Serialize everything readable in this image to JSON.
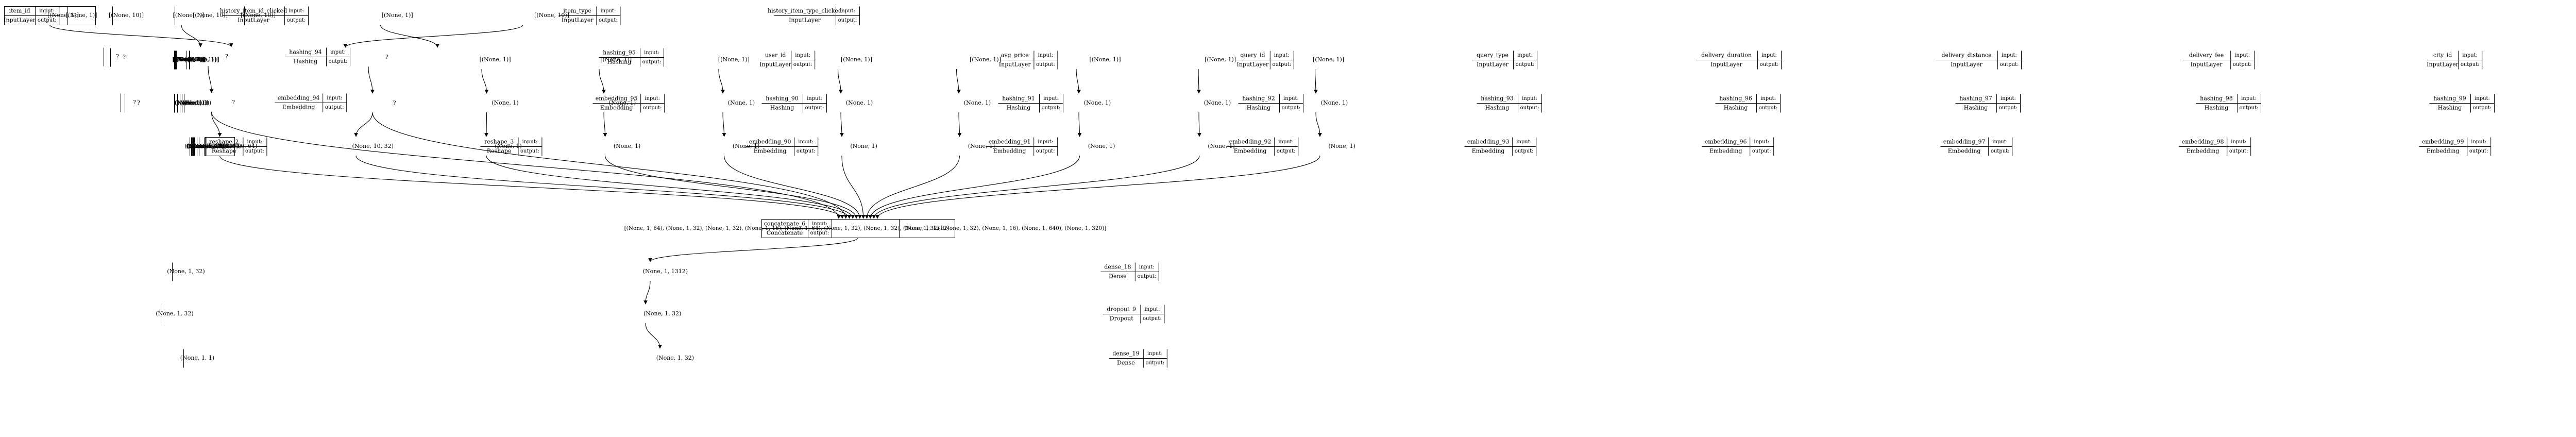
{
  "nodes": [
    {
      "id": "item_id",
      "name": "item_id",
      "type": "InputLayer",
      "input": "[(None, 1)]",
      "output": "[(None, 1)]"
    },
    {
      "id": "history_item_id_clicked",
      "name": "history_item_id_clicked",
      "type": "InputLayer",
      "input": "[(None, 10)]",
      "output": "[(None, 10)]"
    },
    {
      "id": "hashing_94",
      "name": "hashing_94",
      "type": "Hashing",
      "input": "?",
      "output": "?"
    },
    {
      "id": "embedding_94",
      "name": "embedding_94",
      "type": "Embedding",
      "input": "?",
      "output": "?"
    },
    {
      "id": "reshape_2",
      "name": "reshape_2",
      "type": "Reshape",
      "input": "(None, 10, 64)",
      "output": "(None, 1, 640)"
    },
    {
      "id": "item_type",
      "name": "item_type",
      "type": "InputLayer",
      "input": "[(None, 1)]",
      "output": "[(None, 1)]"
    },
    {
      "id": "history_item_type_clicked",
      "name": "history_item_type_clicked",
      "type": "InputLayer",
      "input": "[(None, 10)]",
      "output": "[(None, 10)]"
    },
    {
      "id": "hashing_95",
      "name": "hashing_95",
      "type": "Hashing",
      "input": "?",
      "output": "?"
    },
    {
      "id": "embedding_95",
      "name": "embedding_95",
      "type": "Embedding",
      "input": "?",
      "output": "?"
    },
    {
      "id": "reshape_3",
      "name": "reshape_3",
      "type": "Reshape",
      "input": "(None, 10, 32)",
      "output": "(None, 1, 320)"
    },
    {
      "id": "user_id",
      "name": "user_id",
      "type": "InputLayer",
      "input": "[(None, 1)]",
      "output": "[(None, 1)]"
    },
    {
      "id": "hashing_90",
      "name": "hashing_90",
      "type": "Hashing",
      "input": "(None, 1)",
      "output": "(None, 1)"
    },
    {
      "id": "embedding_90",
      "name": "embedding_90",
      "type": "Embedding",
      "input": "(None, 1)",
      "output": "(None, 1, 64)"
    },
    {
      "id": "avg_price",
      "name": "avg_price",
      "type": "InputLayer",
      "input": "[(None, 1)]",
      "output": "[(None, 1)]"
    },
    {
      "id": "hashing_91",
      "name": "hashing_91",
      "type": "Hashing",
      "input": "(None, 1)",
      "output": "(None, 1)"
    },
    {
      "id": "embedding_91",
      "name": "embedding_91",
      "type": "Embedding",
      "input": "(None, 1)",
      "output": "(None, 1, 32)"
    },
    {
      "id": "query_id",
      "name": "query_id",
      "type": "InputLayer",
      "input": "[(None, 1)]",
      "output": "[(None, 1)]"
    },
    {
      "id": "hashing_92",
      "name": "hashing_92",
      "type": "Hashing",
      "input": "(None, 1)",
      "output": "(None, 1)"
    },
    {
      "id": "embedding_92",
      "name": "embedding_92",
      "type": "Embedding",
      "input": "(None, 1)",
      "output": "(None, 1, 32)"
    },
    {
      "id": "query_type",
      "name": "query_type",
      "type": "InputLayer",
      "input": "[(None, 1)]",
      "output": "[(None, 1)]"
    },
    {
      "id": "hashing_93",
      "name": "hashing_93",
      "type": "Hashing",
      "input": "(None, 1)",
      "output": "(None, 1)"
    },
    {
      "id": "embedding_93",
      "name": "embedding_93",
      "type": "Embedding",
      "input": "(None, 1)",
      "output": "(None, 1, 16)"
    },
    {
      "id": "delivery_duration",
      "name": "delivery_duration",
      "type": "InputLayer",
      "input": "[(None, 1)]",
      "output": "[(None, 1)]"
    },
    {
      "id": "hashing_96",
      "name": "hashing_96",
      "type": "Hashing",
      "input": "(None, 1)",
      "output": "(None, 1)"
    },
    {
      "id": "embedding_96",
      "name": "embedding_96",
      "type": "Embedding",
      "input": "(None, 1)",
      "output": "(None, 1, 32)"
    },
    {
      "id": "delivery_distance",
      "name": "delivery_distance",
      "type": "InputLayer",
      "input": "[(None, 1)]",
      "output": "[(None, 1)]"
    },
    {
      "id": "hashing_97",
      "name": "hashing_97",
      "type": "Hashing",
      "input": "(None, 1)",
      "output": "(None, 1)"
    },
    {
      "id": "embedding_97",
      "name": "embedding_97",
      "type": "Embedding",
      "input": "(None, 1)",
      "output": "(None, 1, 32)"
    },
    {
      "id": "delivery_fee",
      "name": "delivery_fee",
      "type": "InputLayer",
      "input": "[(None, 1)]",
      "output": "[(None, 1)]"
    },
    {
      "id": "hashing_98",
      "name": "hashing_98",
      "type": "Hashing",
      "input": "(None, 1)",
      "output": "(None, 1)"
    },
    {
      "id": "embedding_98",
      "name": "embedding_98",
      "type": "Embedding",
      "input": "(None, 1)",
      "output": "(None, 1, 32)"
    },
    {
      "id": "city_id",
      "name": "city_id",
      "type": "InputLayer",
      "input": "[(None, 1)]",
      "output": "[(None, 1)]"
    },
    {
      "id": "hashing_99",
      "name": "hashing_99",
      "type": "Hashing",
      "input": "(None, 1)",
      "output": "(None, 1)"
    },
    {
      "id": "embedding_99",
      "name": "embedding_99",
      "type": "Embedding",
      "input": "(None, 1)",
      "output": "(None, 1, 16)"
    },
    {
      "id": "concatenate_6",
      "name": "concatenate_6",
      "type": "Concatenate",
      "input": "[(None, 1, 64), (None, 1, 32), (None, 1, 32), (None, 1, 16), (None, 1, 64), (None, 1, 32), (None, 1, 32), (None, 1, 32), (None, 1, 32), (None, 1, 16), (None, 1, 640), (None, 1, 320)]",
      "output": "(None, 1, 1312)"
    },
    {
      "id": "dense_18",
      "name": "dense_18",
      "type": "Dense",
      "input": "(None, 1, 1312)",
      "output": "(None, 1, 32)"
    },
    {
      "id": "dropout_9",
      "name": "dropout_9",
      "type": "Dropout",
      "input": "(None, 1, 32)",
      "output": "(None, 1, 32)"
    },
    {
      "id": "dense_19",
      "name": "dense_19",
      "type": "Dense",
      "input": "(None, 1, 32)",
      "output": "(None, 1, 1)"
    }
  ],
  "edges": [
    [
      "item_id",
      "hashing_94"
    ],
    [
      "history_item_id_clicked",
      "hashing_94"
    ],
    [
      "hashing_94",
      "embedding_94"
    ],
    [
      "embedding_94",
      "reshape_2"
    ],
    [
      "embedding_94",
      "concatenate_6"
    ],
    [
      "reshape_2",
      "concatenate_6"
    ],
    [
      "item_type",
      "hashing_95"
    ],
    [
      "history_item_type_clicked",
      "hashing_95"
    ],
    [
      "hashing_95",
      "embedding_95"
    ],
    [
      "embedding_95",
      "reshape_3"
    ],
    [
      "embedding_95",
      "concatenate_6"
    ],
    [
      "reshape_3",
      "concatenate_6"
    ],
    [
      "user_id",
      "hashing_90"
    ],
    [
      "hashing_90",
      "embedding_90"
    ],
    [
      "embedding_90",
      "concatenate_6"
    ],
    [
      "avg_price",
      "hashing_91"
    ],
    [
      "hashing_91",
      "embedding_91"
    ],
    [
      "embedding_91",
      "concatenate_6"
    ],
    [
      "query_id",
      "hashing_92"
    ],
    [
      "hashing_92",
      "embedding_92"
    ],
    [
      "embedding_92",
      "concatenate_6"
    ],
    [
      "query_type",
      "hashing_93"
    ],
    [
      "hashing_93",
      "embedding_93"
    ],
    [
      "embedding_93",
      "concatenate_6"
    ],
    [
      "delivery_duration",
      "hashing_96"
    ],
    [
      "hashing_96",
      "embedding_96"
    ],
    [
      "embedding_96",
      "concatenate_6"
    ],
    [
      "delivery_distance",
      "hashing_97"
    ],
    [
      "hashing_97",
      "embedding_97"
    ],
    [
      "embedding_97",
      "concatenate_6"
    ],
    [
      "delivery_fee",
      "hashing_98"
    ],
    [
      "hashing_98",
      "embedding_98"
    ],
    [
      "embedding_98",
      "concatenate_6"
    ],
    [
      "city_id",
      "hashing_99"
    ],
    [
      "hashing_99",
      "embedding_99"
    ],
    [
      "embedding_99",
      "concatenate_6"
    ],
    [
      "concatenate_6",
      "dense_18"
    ],
    [
      "dense_18",
      "dropout_9"
    ],
    [
      "dropout_9",
      "dense_19"
    ]
  ],
  "labels": {
    "input": "input:",
    "output": "output:"
  }
}
